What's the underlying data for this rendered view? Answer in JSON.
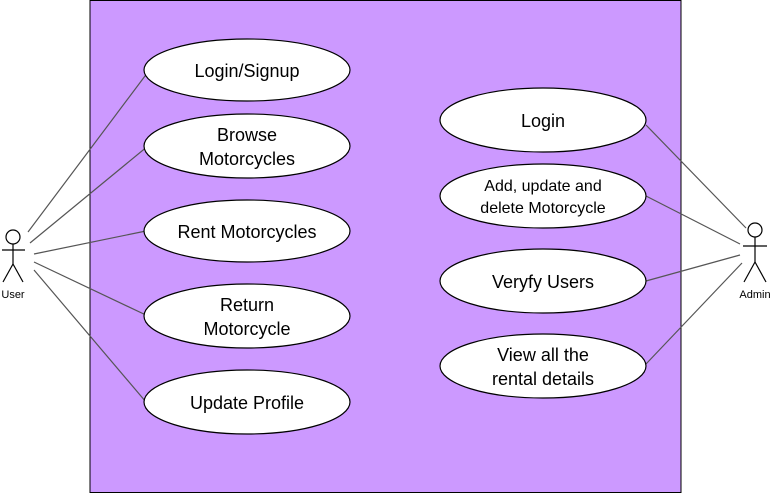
{
  "system": {
    "fill": "#CC99FF"
  },
  "actors": {
    "user": {
      "label": "User"
    },
    "admin": {
      "label": "Admin"
    }
  },
  "use_cases": {
    "user": [
      {
        "lines": [
          "Login/Signup"
        ]
      },
      {
        "lines": [
          "Browse",
          "Motorcycles"
        ]
      },
      {
        "lines": [
          "Rent Motorcycles"
        ]
      },
      {
        "lines": [
          "Return",
          "Motorcycle"
        ]
      },
      {
        "lines": [
          "Update Profile"
        ]
      }
    ],
    "admin": [
      {
        "lines": [
          "Login"
        ]
      },
      {
        "lines": [
          "Add, update and",
          "delete Motorcycle"
        ]
      },
      {
        "lines": [
          "Veryfy Users"
        ]
      },
      {
        "lines": [
          "View all the",
          "rental details"
        ]
      }
    ]
  }
}
